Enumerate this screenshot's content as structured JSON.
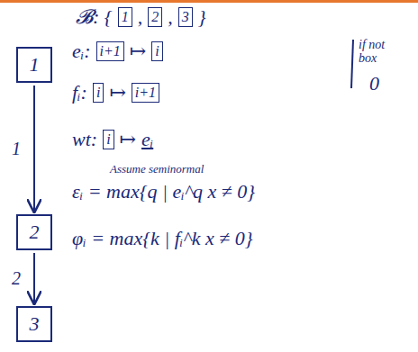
{
  "diagram": {
    "nodes": [
      {
        "text": [
          "1"
        ]
      },
      {
        "text": [
          "2"
        ]
      },
      {
        "text": [
          "3"
        ]
      }
    ],
    "edges": [
      {
        "from": 0,
        "to": 1,
        "label": "1",
        "arrow": "to"
      },
      {
        "from": 1,
        "to": 2,
        "label": "2",
        "arrow": "to"
      }
    ],
    "labels": [
      "𝓑: {",
      "1",
      ",",
      "2",
      ",",
      "3",
      "}",
      "eᵢ:",
      "i+1",
      "↦",
      "i",
      "if not box",
      "0",
      "fᵢ:",
      "i",
      "↦",
      "i+1",
      "wt:",
      "i",
      "↦",
      "eᵢ",
      "Assume seminormal",
      "εᵢ = max{q | eᵢ^q x ≠ 0}",
      "φᵢ = max{k | fᵢ^k x ≠ 0}"
    ]
  }
}
